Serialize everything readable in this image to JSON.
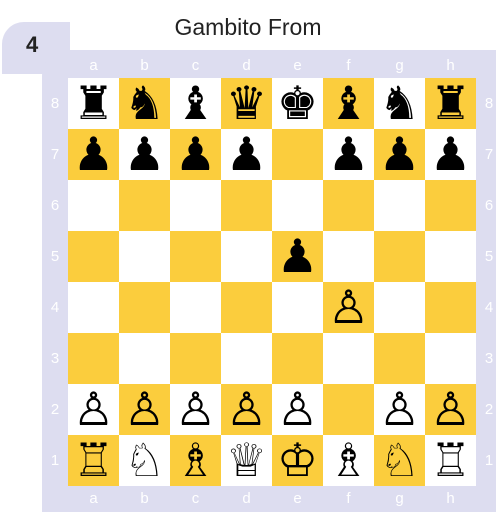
{
  "title": "Gambito From",
  "diagram_number": "4",
  "files": [
    "a",
    "b",
    "c",
    "d",
    "e",
    "f",
    "g",
    "h"
  ],
  "ranks": [
    "8",
    "7",
    "6",
    "5",
    "4",
    "3",
    "2",
    "1"
  ],
  "colors": {
    "light_square": "#ffffff",
    "dark_square": "#fbcd3d",
    "frame": "#ddddf0"
  },
  "position": [
    [
      "♜",
      "♞",
      "♝",
      "♛",
      "♚",
      "♝",
      "♞",
      "♜"
    ],
    [
      "♟",
      "♟",
      "♟",
      "♟",
      "",
      "♟",
      "♟",
      "♟"
    ],
    [
      "",
      "",
      "",
      "",
      "",
      "",
      "",
      ""
    ],
    [
      "",
      "",
      "",
      "",
      "♟",
      "",
      "",
      ""
    ],
    [
      "",
      "",
      "",
      "",
      "",
      "♙",
      "",
      ""
    ],
    [
      "",
      "",
      "",
      "",
      "",
      "",
      "",
      ""
    ],
    [
      "♙",
      "♙",
      "♙",
      "♙",
      "♙",
      "",
      "♙",
      "♙"
    ],
    [
      "♖",
      "♘",
      "♗",
      "♕",
      "♔",
      "♗",
      "♘",
      "♖"
    ]
  ]
}
